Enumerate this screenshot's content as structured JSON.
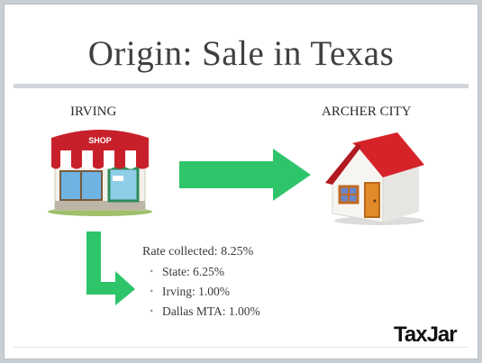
{
  "slide": {
    "title": "Origin: Sale in Texas",
    "origin_label": "IRVING",
    "destination_label": "ARCHER CITY",
    "shop_sign": "SHOP",
    "rate_collected": "Rate collected: 8.25%",
    "rates": [
      "State: 6.25%",
      "Irving: 1.00%",
      "Dallas MTA: 1.00%"
    ],
    "logo": "TaxJar"
  },
  "colors": {
    "arrow_green": "#2ec56a",
    "awning_red": "#c8202a",
    "roof_red": "#d6232a",
    "title_gray": "#404040"
  },
  "icons": [
    "shop-icon",
    "house-icon",
    "arrow-right-icon",
    "arrow-down-right-icon"
  ]
}
